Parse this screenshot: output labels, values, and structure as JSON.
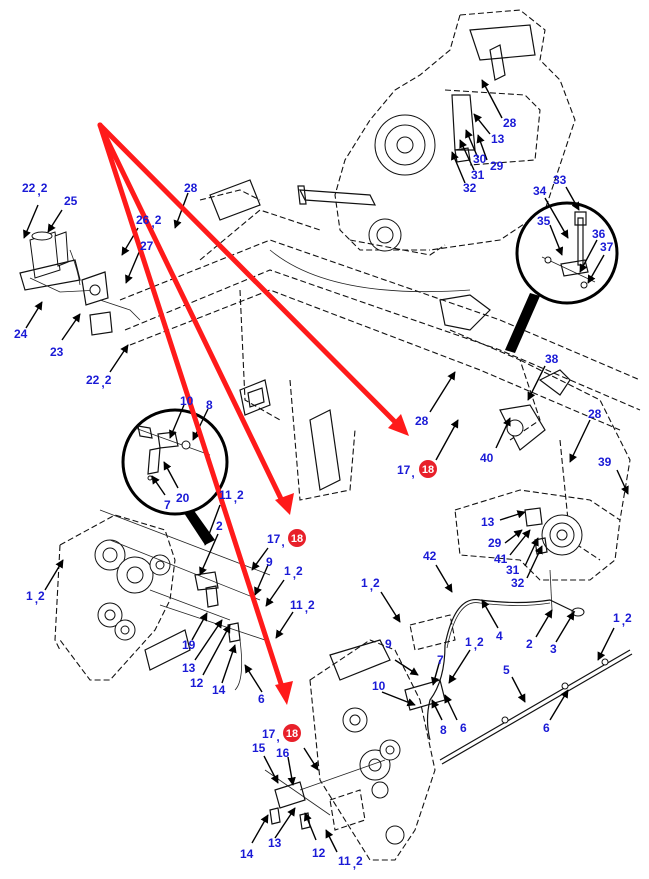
{
  "diagram": {
    "type": "exploded-parts-view",
    "highlight_color": "#ff1a1a",
    "label_color": "#1a1ad6",
    "highlight_part": "18",
    "callouts": [
      {
        "id": "c-22-2-a",
        "text": "22",
        "sub": "2"
      },
      {
        "id": "c-25",
        "text": "25"
      },
      {
        "id": "c-28-a",
        "text": "28"
      },
      {
        "id": "c-26-2",
        "text": "26",
        "sub": "2"
      },
      {
        "id": "c-27",
        "text": "27"
      },
      {
        "id": "c-24",
        "text": "24"
      },
      {
        "id": "c-23",
        "text": "23"
      },
      {
        "id": "c-22-2-b",
        "text": "22",
        "sub": "2"
      },
      {
        "id": "c-28-b",
        "text": "28"
      },
      {
        "id": "c-13-a",
        "text": "13"
      },
      {
        "id": "c-30-a",
        "text": "30"
      },
      {
        "id": "c-29-a",
        "text": "29"
      },
      {
        "id": "c-31-a",
        "text": "31"
      },
      {
        "id": "c-32-a",
        "text": "32"
      },
      {
        "id": "c-33",
        "text": "33"
      },
      {
        "id": "c-34",
        "text": "34"
      },
      {
        "id": "c-35",
        "text": "35"
      },
      {
        "id": "c-36",
        "text": "36"
      },
      {
        "id": "c-37",
        "text": "37"
      },
      {
        "id": "c-38",
        "text": "38"
      },
      {
        "id": "c-28-c",
        "text": "28"
      },
      {
        "id": "c-28-d",
        "text": "28"
      },
      {
        "id": "c-40",
        "text": "40"
      },
      {
        "id": "c-39",
        "text": "39"
      },
      {
        "id": "c-17-a",
        "text": "17"
      },
      {
        "id": "c-10-a",
        "text": "10"
      },
      {
        "id": "c-8-a",
        "text": "8"
      },
      {
        "id": "c-20",
        "text": "20"
      },
      {
        "id": "c-7-a",
        "text": "7"
      },
      {
        "id": "c-11-2-a",
        "text": "11",
        "sub": "2"
      },
      {
        "id": "c-2-a",
        "text": "2"
      },
      {
        "id": "c-17-b",
        "text": "17"
      },
      {
        "id": "c-9-a",
        "text": "9"
      },
      {
        "id": "c-1-2-a",
        "text": "1",
        "sub": "2"
      },
      {
        "id": "c-11-2-b",
        "text": "11",
        "sub": "2"
      },
      {
        "id": "c-1-2-b",
        "text": "1",
        "sub": "2"
      },
      {
        "id": "c-19",
        "text": "19"
      },
      {
        "id": "c-13-b",
        "text": "13"
      },
      {
        "id": "c-12-a",
        "text": "12"
      },
      {
        "id": "c-14-a",
        "text": "14"
      },
      {
        "id": "c-6-a",
        "text": "6"
      },
      {
        "id": "c-13-c",
        "text": "13"
      },
      {
        "id": "c-29-b",
        "text": "29"
      },
      {
        "id": "c-41",
        "text": "41"
      },
      {
        "id": "c-31-b",
        "text": "31"
      },
      {
        "id": "c-32-b",
        "text": "32"
      },
      {
        "id": "c-42",
        "text": "42"
      },
      {
        "id": "c-1-2-c",
        "text": "1",
        "sub": "2"
      },
      {
        "id": "c-4",
        "text": "4"
      },
      {
        "id": "c-2-b",
        "text": "2"
      },
      {
        "id": "c-3",
        "text": "3"
      },
      {
        "id": "c-1-2-d",
        "text": "1",
        "sub": "2"
      },
      {
        "id": "c-9-b",
        "text": "9"
      },
      {
        "id": "c-7-b",
        "text": "7"
      },
      {
        "id": "c-1-2-e",
        "text": "1",
        "sub": "2"
      },
      {
        "id": "c-10-b",
        "text": "10"
      },
      {
        "id": "c-5",
        "text": "5"
      },
      {
        "id": "c-6-b",
        "text": "6"
      },
      {
        "id": "c-6-c",
        "text": "6"
      },
      {
        "id": "c-8-b",
        "text": "8"
      },
      {
        "id": "c-17-c",
        "text": "17"
      },
      {
        "id": "c-15",
        "text": "15"
      },
      {
        "id": "c-16",
        "text": "16"
      },
      {
        "id": "c-14-b",
        "text": "14"
      },
      {
        "id": "c-13-d",
        "text": "13"
      },
      {
        "id": "c-12-b",
        "text": "12"
      },
      {
        "id": "c-11-2-c",
        "text": "11",
        "sub": "2"
      }
    ],
    "badges": [
      {
        "id": "b-18-a",
        "text": "18"
      },
      {
        "id": "b-18-b",
        "text": "18"
      },
      {
        "id": "b-18-c",
        "text": "18"
      }
    ]
  }
}
